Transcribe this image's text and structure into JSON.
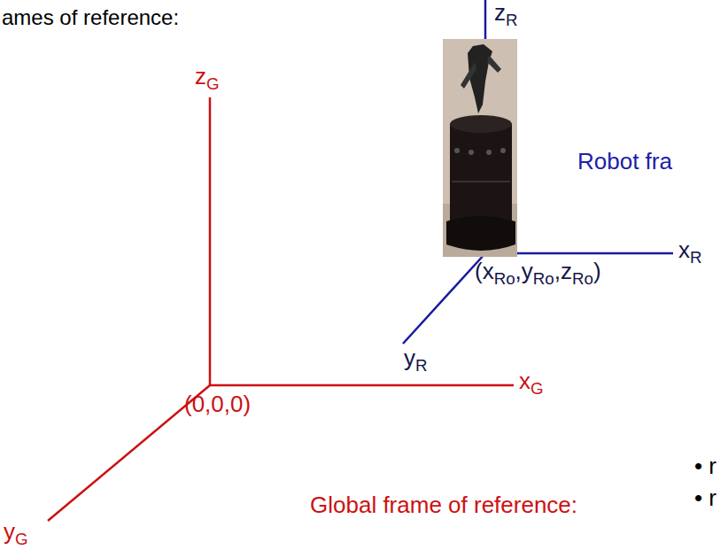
{
  "diagram": {
    "title": "ames of reference:",
    "labels": [
      "zR",
      "zG",
      "Robot fra",
      "xR",
      "(xRo,yRo,zRo)",
      "yR",
      "xG",
      "(0,0,0)",
      "• r",
      "• r",
      "Global frame of reference:",
      "yG"
    ]
  }
}
